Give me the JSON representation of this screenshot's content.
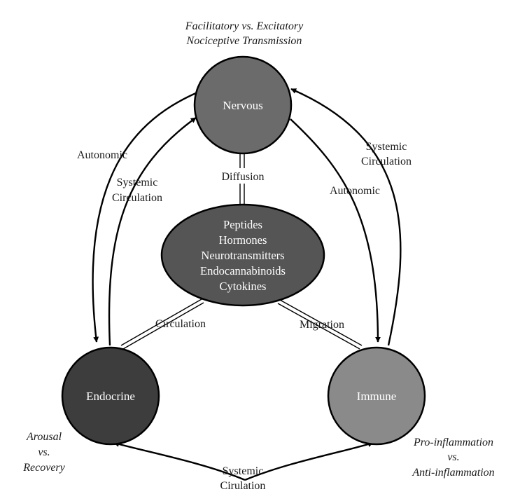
{
  "nodes": {
    "nervous": {
      "label": "Nervous",
      "fill": "#6b6b6b"
    },
    "endocrine": {
      "label": "Endocrine",
      "fill": "#3d3d3d"
    },
    "immune": {
      "label": "Immune",
      "fill": "#8a8a8a"
    },
    "center": {
      "lines": [
        "Peptides",
        "Hormones",
        "Neurotransmitters",
        "Endocannabinoids",
        "Cytokines"
      ],
      "fill": "#555555"
    }
  },
  "annotations": {
    "nervous_top": [
      "Facilitatory vs. Excitatory",
      "Nociceptive Transmission"
    ],
    "endocrine_side": [
      "Arousal",
      "vs.",
      "Recovery"
    ],
    "immune_side": [
      "Pro-inflammation",
      "vs.",
      "Anti-inflammation"
    ]
  },
  "edge_labels": {
    "autonomic_left": "Autonomic",
    "systemic_left": [
      "Systemic",
      "Circulation"
    ],
    "diffusion": "Diffusion",
    "systemic_right": [
      "Systemic",
      "Circulation"
    ],
    "autonomic_right": "Autonomic",
    "circulation": "Circulation",
    "migration": "Migration",
    "systemic_bottom": [
      "Systemic",
      "Cirulation"
    ]
  }
}
